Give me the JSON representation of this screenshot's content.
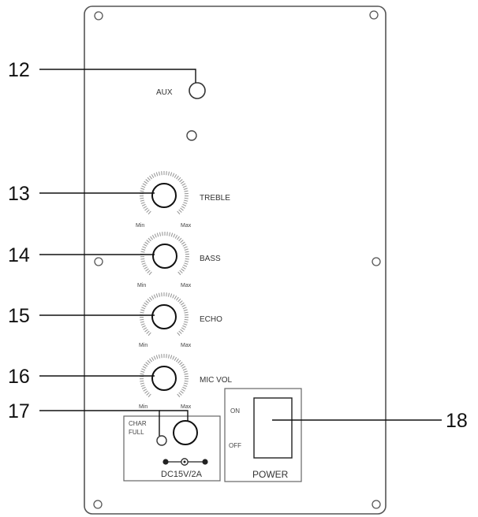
{
  "panel": {
    "aux_label": "AUX",
    "knobs": [
      {
        "label": "TREBLE",
        "min_label": "Min",
        "max_label": "Max",
        "callout": "13"
      },
      {
        "label": "BASS",
        "min_label": "Min",
        "max_label": "Max",
        "callout": "14"
      },
      {
        "label": "ECHO",
        "min_label": "Min",
        "max_label": "Max",
        "callout": "15"
      },
      {
        "label": "MIC VOL",
        "min_label": "Min",
        "max_label": "Max",
        "callout": "16"
      }
    ],
    "charge": {
      "line1": "CHAR",
      "line2": "FULL",
      "dc_label": "DC15V/2A"
    },
    "power": {
      "on_label": "ON",
      "off_label": "OFF",
      "title": "POWER"
    }
  },
  "callouts": {
    "aux": "12",
    "charge": "17",
    "power": "18"
  }
}
